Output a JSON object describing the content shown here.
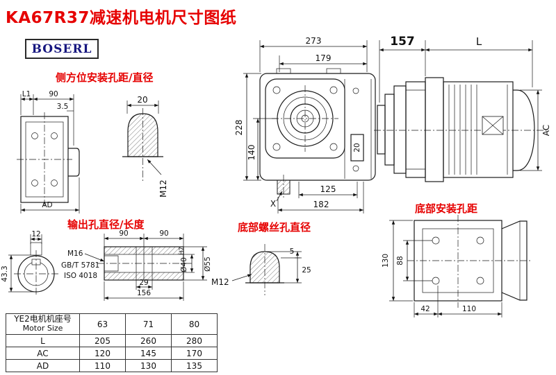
{
  "title": "KA67R37减速机电机尺寸图纸",
  "logo": "BOSERL",
  "colors": {
    "accent_red": "#e60000",
    "logo_blue": "#16167f"
  },
  "labels": {
    "side_mount": "侧方位安装孔距/直径",
    "output_hole": "输出孔直径/长度",
    "bottom_screw": "底部螺丝孔直径",
    "bottom_mount": "底部安装孔距"
  },
  "dims": {
    "main_width": "273",
    "main_flange_width": "179",
    "main_height": "228",
    "main_center_height": "140",
    "main_foot_span": "125",
    "main_base_width": "182",
    "main_keyway": "20",
    "main_x": "X",
    "motor_adapter_len": "157",
    "motor_len": "L",
    "motor_ac": "AC",
    "side_l1": "L1",
    "side_span": "90",
    "side_offset": "3.5",
    "side_ad": "AD",
    "dome_width": "20",
    "dome_thread": "M12",
    "out_key_width": "12",
    "out_key_depth": "43.3",
    "shaft_len_a": "90",
    "shaft_len_b": "90",
    "shaft_thread": "M16",
    "shaft_std1": "GB/T 5781",
    "shaft_std2": "ISO 4018",
    "shaft_step": "29",
    "shaft_total": "156",
    "shaft_bore": "Ø40",
    "shaft_bore_tol": "H7",
    "shaft_od": "Ø55",
    "screw_thread": "M12",
    "screw_flat": "5",
    "screw_height": "25",
    "bottom_height": "130",
    "bottom_hole_span_v": "88",
    "bottom_offset": "42",
    "bottom_hole_span_h": "110"
  },
  "table": {
    "header_cn": "YE2电机机座号",
    "header_en": "Motor Size",
    "sizes": [
      "63",
      "71",
      "80"
    ],
    "rows": [
      {
        "label": "L",
        "values": [
          "205",
          "260",
          "280"
        ]
      },
      {
        "label": "AC",
        "values": [
          "120",
          "145",
          "170"
        ]
      },
      {
        "label": "AD",
        "values": [
          "110",
          "130",
          "135"
        ]
      }
    ]
  }
}
